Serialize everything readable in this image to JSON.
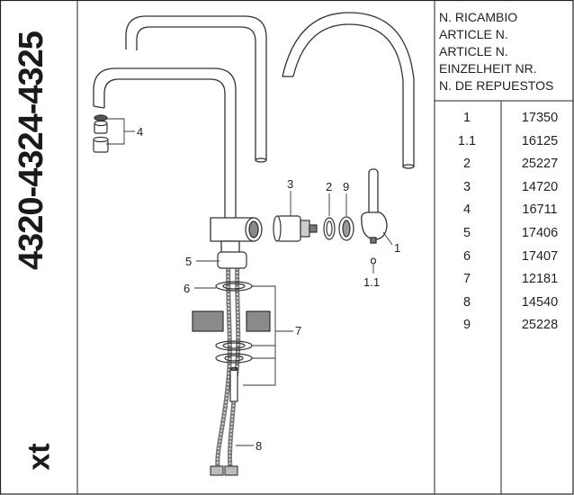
{
  "title": "4320-4324-4325",
  "brand": "xt",
  "table_header": [
    "N. RICAMBIO",
    "ARTICLE N.",
    "ARTICLE N.",
    "EINZELHEIT NR.",
    "N. DE REPUESTOS"
  ],
  "parts": [
    {
      "num": "1",
      "code": "17350"
    },
    {
      "num": "1.1",
      "code": "16125"
    },
    {
      "num": "2",
      "code": "25227"
    },
    {
      "num": "3",
      "code": "14720"
    },
    {
      "num": "4",
      "code": "16711"
    },
    {
      "num": "5",
      "code": "17406"
    },
    {
      "num": "6",
      "code": "17407"
    },
    {
      "num": "7",
      "code": "12181"
    },
    {
      "num": "8",
      "code": "14540"
    },
    {
      "num": "9",
      "code": "25228"
    }
  ],
  "callouts": {
    "c1": "1",
    "c11": "1.1",
    "c2": "2",
    "c3": "3",
    "c4": "4",
    "c5": "5",
    "c6": "6",
    "c7": "7",
    "c8": "8",
    "c9": "9"
  },
  "colors": {
    "line": "#333333",
    "shade": "#8a8a8a",
    "border": "#222222"
  }
}
